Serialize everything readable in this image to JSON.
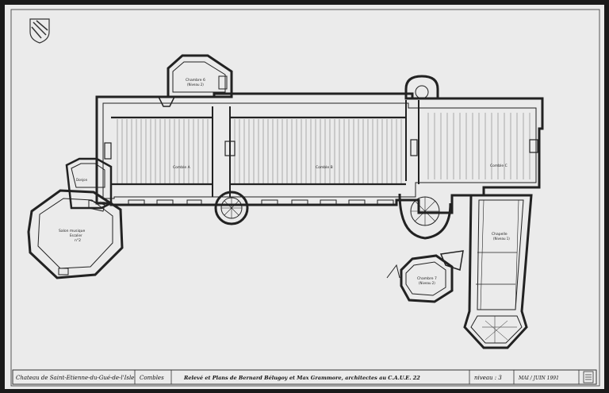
{
  "titleblock": {
    "chateau": "Chateau de Saint-Etienne-du-Gué-de-l'Isle",
    "section": "Combles",
    "credits": "Relevé et Plans de Bernard Bélugoy et Max Grammore, architectes au C.A.U.E. 22",
    "level": "niveau : 3",
    "date": "MAI / JUIN 1991"
  },
  "rooms": {
    "comble_a": "Comble A",
    "comble_b": "Comble B",
    "comble_c": "Comble C",
    "donjon": "Donjon",
    "salon": "Salon musique",
    "salon_sub": "Escalier",
    "salon_num": "n°2",
    "chambre_top": "Chambre 6",
    "chambre_top_sub": "(Niveau 2)",
    "chambre_bottom": "Chambre 7",
    "chambre_bottom_sub": "(Niveau 2)",
    "chapelle": "Chapelle",
    "chapelle_sub": "(Niveau 1)",
    "small_tower": "Escalier"
  }
}
